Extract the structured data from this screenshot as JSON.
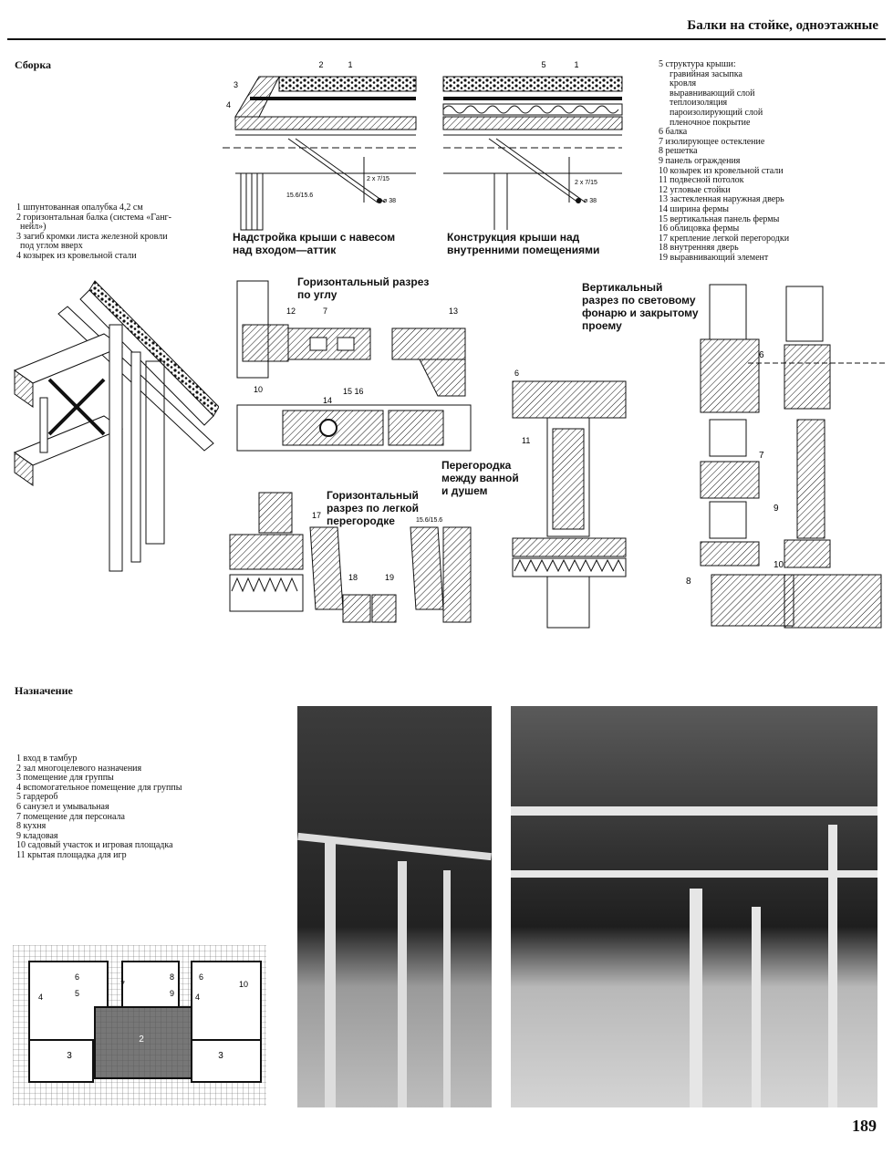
{
  "header": {
    "title": "Балки на стойке, одноэтажные"
  },
  "sections": {
    "assembly": "Сборка",
    "purpose": "Назначение"
  },
  "assembly_legend": [
    "1  шпунтованная опалубка 4,2 см",
    "2  горизонтальная балка (система «Ганг-",
    "нейл»)",
    "3  загиб кромки листа железной кровли",
    "под углом вверх",
    "4  козырек из кровельной стали"
  ],
  "roof_legend": [
    "5  структура крыши:",
    "гравийная засыпка",
    "кровля",
    "выравнивающий слой",
    "теплоизоляция",
    "пароизолирующий слой",
    "пленочное покрытие",
    "6  балка",
    "7  изолирующее остекление",
    "8  решетка",
    "9  панель ограждения",
    "10  козырек из кровельной стали",
    "11  подвесной потолок",
    "12  угловые стойки",
    "13  застекленная наружная дверь",
    "14  ширина фермы",
    "15  вертикальная панель фермы",
    "16  облицовка фермы",
    "17  крепление легкой перегородки",
    "18  внутренняя дверь",
    "19  выравнивающий элемент"
  ],
  "captions": {
    "canopy_l1": "Надстройка крыши с навесом",
    "canopy_l2": "над входом—аттик",
    "interior_l1": "Конструкция крыши над",
    "interior_l2": "внутренними помещениями",
    "corner_l1": "Горизонтальный разрез",
    "corner_l2": "по углу",
    "skylight_l1": "Вертикальный",
    "skylight_l2": "разрез по световому",
    "skylight_l3": "фонарю и закрытому",
    "skylight_l4": "проему",
    "light_l1": "Горизонтальный",
    "light_l2": "разрез по легкой",
    "light_l3": "перегородке",
    "bath_l1": "Перегородка",
    "bath_l2": "между ванной",
    "bath_l3": "и душем"
  },
  "dimension_labels": {
    "beam_left": "2 x 7/15",
    "beam_right": "2 x 7/15",
    "post_left": "15.6/15.6",
    "post_bath": "15.6/15.6",
    "rod_left": "ø 38",
    "rod_right": "ø 38"
  },
  "purpose_legend": [
    "1  вход в тамбур",
    "2  зал многоцелевого назначения",
    "3  помещение для группы",
    "4  вспомогательное помещение для группы",
    "5  гардероб",
    "6  санузел и умывальная",
    "7  помещение для персонала",
    "8  кухня",
    "9  кладовая",
    "10  садовый участок и игровая площадка",
    "11  крытая площадка для игр"
  ],
  "page_number": "189"
}
